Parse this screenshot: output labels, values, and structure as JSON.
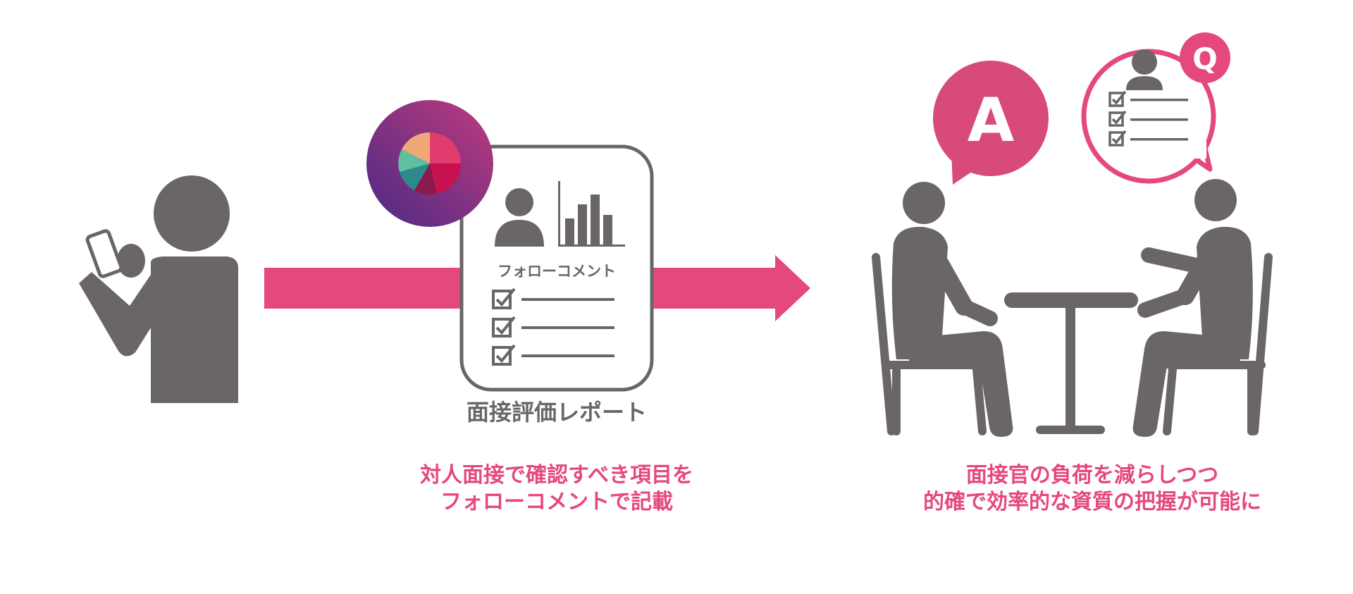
{
  "colors": {
    "gray": "#6a6566",
    "pink": "#e5487d",
    "badge_gradient_start": "#4a2a85",
    "badge_gradient_end": "#c03a7e"
  },
  "icons": {
    "candidate": "person-with-smartphone-icon",
    "flow": "arrow-right-icon",
    "app_badge": "pie-chart-logo-icon",
    "report": "report-document-icon",
    "answer_bubble": "speech-bubble-a-icon",
    "question_bubble": "speech-bubble-q-icon",
    "interview": "interview-scene-icon"
  },
  "report": {
    "card_title": "フォローコメント",
    "caption": "面接評価レポート"
  },
  "bubbles": {
    "answer_letter": "A",
    "question_letter": "Q"
  },
  "captions": {
    "left": {
      "line1": "対人面接で確認すべき項目を",
      "line2": "フォローコメントで記載"
    },
    "right": {
      "line1": "面接官の負荷を減らしつつ",
      "line2": "的確で効率的な資質の把握が可能に"
    }
  }
}
